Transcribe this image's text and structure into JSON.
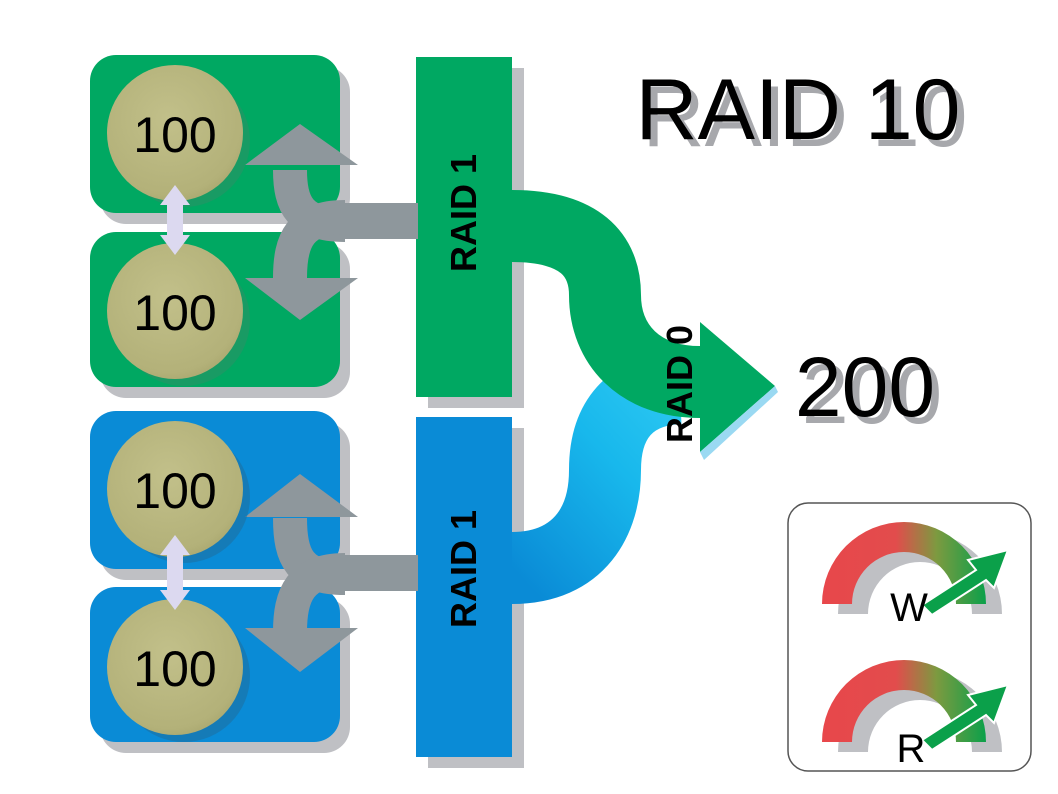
{
  "title": "RAID 10",
  "result": "200",
  "disks": [
    "100",
    "100",
    "100",
    "100"
  ],
  "mirror_labels": [
    "RAID 1",
    "RAID 1"
  ],
  "stripe_label": "RAID 0",
  "gauges": [
    {
      "letter": "W"
    },
    {
      "letter": "R"
    }
  ],
  "colors": {
    "green": "#00A862",
    "blue": "#0A8BD6",
    "light_blue": "#18B8EC",
    "disk": "#B6B47C",
    "arrow_gray": "#8E979C",
    "mirror_arrow": "#DCD9F0",
    "gauge_red": "#E8474B",
    "gauge_green": "#0BA04A"
  }
}
